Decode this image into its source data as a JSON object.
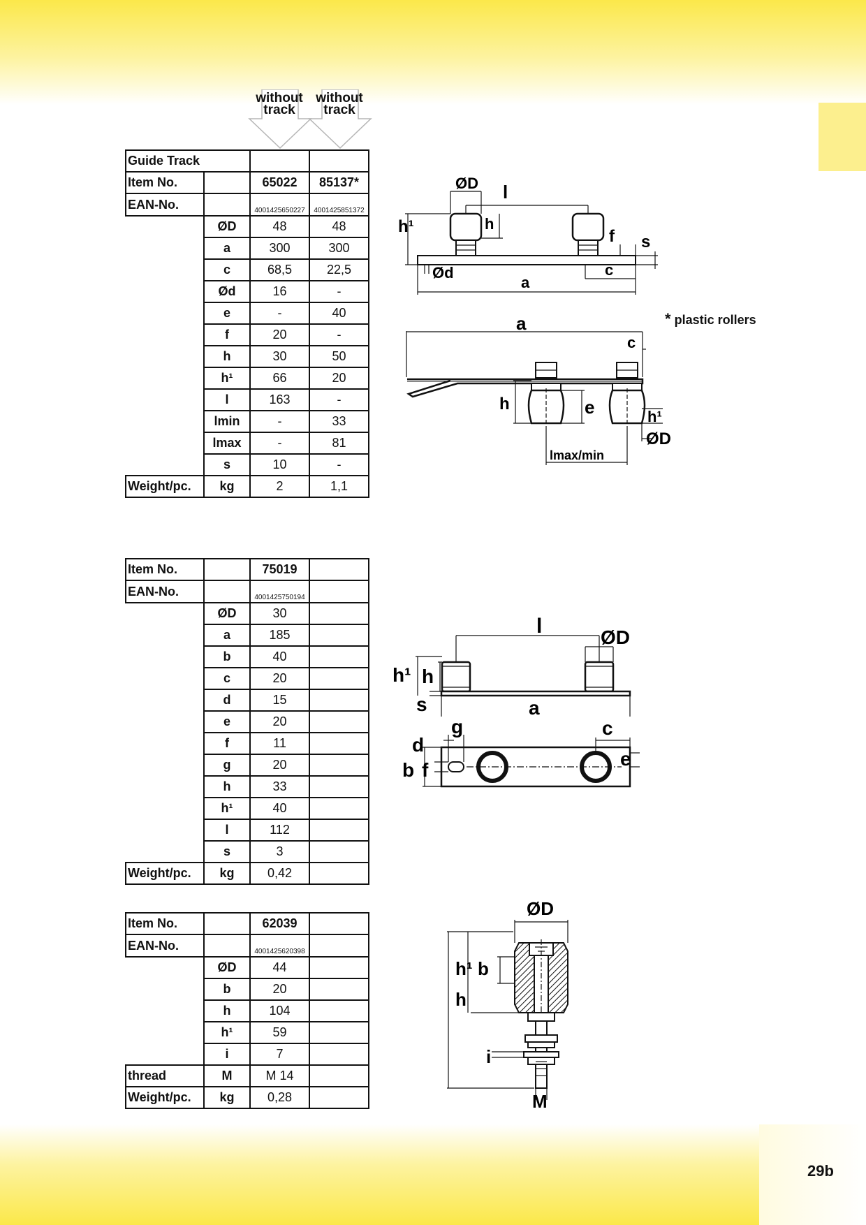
{
  "page": {
    "number": "29b"
  },
  "arrows": [
    {
      "label": "without track"
    },
    {
      "label": "without track"
    }
  ],
  "note": {
    "star": "*",
    "text": "plastic rollers"
  },
  "table1": {
    "guide_track_label": "Guide Track",
    "item_label": "Item No.",
    "ean_label": "EAN-No.",
    "weight_label": "Weight/pc.",
    "items": [
      "65022",
      "85137*"
    ],
    "eans": [
      "4001425650227",
      "4001425851372"
    ],
    "rows": [
      {
        "sym": "ØD",
        "v1": "48",
        "v2": "48"
      },
      {
        "sym": "a",
        "v1": "300",
        "v2": "300"
      },
      {
        "sym": "c",
        "v1": "68,5",
        "v2": "22,5"
      },
      {
        "sym": "Ød",
        "v1": "16",
        "v2": "-"
      },
      {
        "sym": "e",
        "v1": "-",
        "v2": "40"
      },
      {
        "sym": "f",
        "v1": "20",
        "v2": "-"
      },
      {
        "sym": "h",
        "v1": "30",
        "v2": "50"
      },
      {
        "sym": "h¹",
        "v1": "66",
        "v2": "20"
      },
      {
        "sym": "l",
        "v1": "163",
        "v2": "-"
      },
      {
        "sym": "lmin",
        "v1": "-",
        "v2": "33"
      },
      {
        "sym": "lmax",
        "v1": "-",
        "v2": "81"
      },
      {
        "sym": "s",
        "v1": "10",
        "v2": "-"
      }
    ],
    "weight": {
      "sym": "kg",
      "v1": "2",
      "v2": "1,1"
    }
  },
  "table2": {
    "item_label": "Item No.",
    "ean_label": "EAN-No.",
    "weight_label": "Weight/pc.",
    "item": "75019",
    "ean": "4001425750194",
    "rows": [
      {
        "sym": "ØD",
        "v": "30"
      },
      {
        "sym": "a",
        "v": "185"
      },
      {
        "sym": "b",
        "v": "40"
      },
      {
        "sym": "c",
        "v": "20"
      },
      {
        "sym": "d",
        "v": "15"
      },
      {
        "sym": "e",
        "v": "20"
      },
      {
        "sym": "f",
        "v": "11"
      },
      {
        "sym": "g",
        "v": "20"
      },
      {
        "sym": "h",
        "v": "33"
      },
      {
        "sym": "h¹",
        "v": "40"
      },
      {
        "sym": "l",
        "v": "112"
      },
      {
        "sym": "s",
        "v": "3"
      }
    ],
    "weight": {
      "sym": "kg",
      "v": "0,42"
    }
  },
  "table3": {
    "item_label": "Item No.",
    "ean_label": "EAN-No.",
    "thread_label": "thread",
    "weight_label": "Weight/pc.",
    "item": "62039",
    "ean": "4001425620398",
    "rows": [
      {
        "sym": "ØD",
        "v": "44"
      },
      {
        "sym": "b",
        "v": "20"
      },
      {
        "sym": "h",
        "v": "104"
      },
      {
        "sym": "h¹",
        "v": "59"
      },
      {
        "sym": "i",
        "v": "7"
      }
    ],
    "thread": {
      "sym": "M",
      "v": "M 14"
    },
    "weight": {
      "sym": "kg",
      "v": "0,28"
    }
  },
  "drawings": {
    "d1": {
      "D": "ØD",
      "l": "l",
      "h": "h",
      "h1": "h¹",
      "f": "f",
      "s": "s",
      "d": "Ød",
      "c": "c",
      "a": "a"
    },
    "d2": {
      "a": "a",
      "c": "c",
      "h": "h",
      "e": "e",
      "h1": "h¹",
      "D": "ØD",
      "lmaxmin": "lmax/min"
    },
    "d3": {
      "l": "l",
      "D": "ØD",
      "h1": "h¹",
      "h": "h",
      "s": "s",
      "a": "a",
      "g": "g",
      "c": "c",
      "d": "d",
      "b": "b",
      "f": "f",
      "e": "e"
    },
    "d4": {
      "D": "ØD",
      "h1": "h¹",
      "b": "b",
      "h": "h",
      "i": "i",
      "M": "M"
    }
  }
}
